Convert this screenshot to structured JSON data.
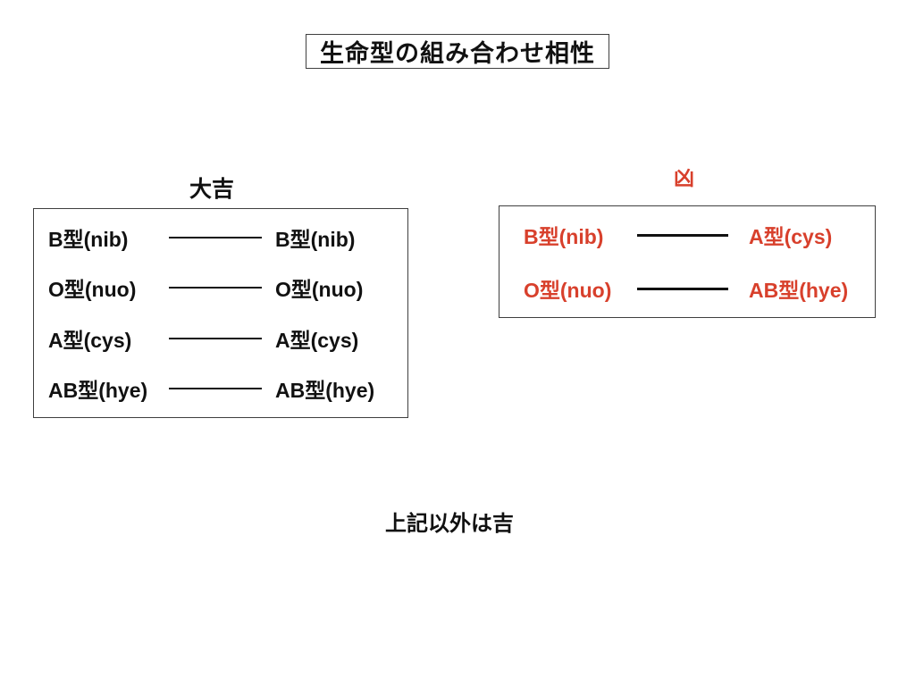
{
  "title": {
    "text": "生命型の組み合わせ相性"
  },
  "colors": {
    "text": "#111111",
    "bad_luck_red": "#d8402c",
    "border": "#3f3f3f",
    "background": "#ffffff"
  },
  "sections": {
    "daikichi": {
      "label": "大吉",
      "pairs": [
        {
          "left": "B型(nib)",
          "right": "B型(nib)"
        },
        {
          "left": "O型(nuo)",
          "right": "O型(nuo)"
        },
        {
          "left": "A型(cys)",
          "right": "A型(cys)"
        },
        {
          "left": "AB型(hye)",
          "right": "AB型(hye)"
        }
      ]
    },
    "kyou": {
      "label": "凶",
      "pairs": [
        {
          "left": "B型(nib)",
          "right": "A型(cys)"
        },
        {
          "left": "O型(nuo)",
          "right": "AB型(hye)"
        }
      ]
    }
  },
  "footnote": {
    "text": "上記以外は吉"
  }
}
